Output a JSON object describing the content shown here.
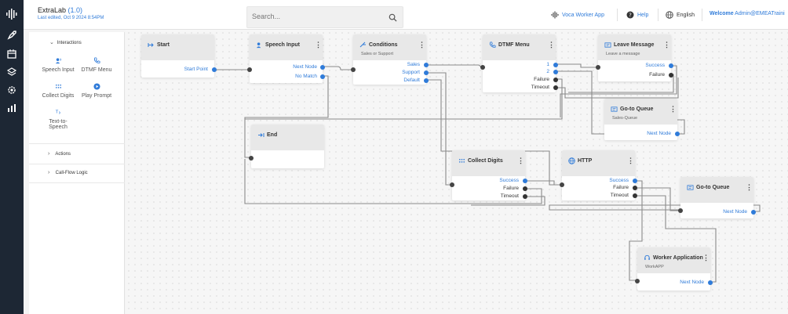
{
  "header": {
    "app_name": "ExtraLab",
    "version": "(1.0)",
    "last_edited": "Last edited, Oct 9 2024 8:54PM",
    "search_placeholder": "Search...",
    "voca_worker_app": "Voca Worker App",
    "help": "Help",
    "language": "English",
    "welcome": "Welcome",
    "user": "Admin@EMEATraini"
  },
  "palette": {
    "interactions_label": "Interactions",
    "items": [
      "Speech Input",
      "DTMF Menu",
      "Collect Digits",
      "Play Prompt",
      "Text-to-Speech"
    ],
    "actions_label": "Actions",
    "call_flow_logic_label": "Call-Flow Logic"
  },
  "nodes": {
    "start": {
      "title": "Start",
      "ports": [
        "Start Point"
      ]
    },
    "speech_input": {
      "title": "Speech Input",
      "ports": [
        "Next Node",
        "No Match"
      ]
    },
    "conditions": {
      "title": "Conditions",
      "subtitle": "Sales or Support",
      "ports": [
        "Sales",
        "Support",
        "Default"
      ]
    },
    "dtmf_menu": {
      "title": "DTMF Menu",
      "ports": [
        "1",
        "2",
        "Failure",
        "Timeout"
      ]
    },
    "leave_message": {
      "title": "Leave Message",
      "subtitle": "Leave a message",
      "ports": [
        "Success",
        "Failure"
      ]
    },
    "goto_queue_sales": {
      "title": "Go-to Queue",
      "subtitle": "Sales-Queue",
      "ports": [
        "Next Node"
      ]
    },
    "end": {
      "title": "End"
    },
    "collect_digits": {
      "title": "Collect Digits",
      "ports": [
        "Success",
        "Failure",
        "Timeout"
      ]
    },
    "http": {
      "title": "HTTP",
      "ports": [
        "Success",
        "Failure",
        "Timeout"
      ]
    },
    "goto_queue": {
      "title": "Go-to Queue",
      "ports": [
        "Next Node"
      ]
    },
    "worker_application": {
      "title": "Worker Application",
      "subtitle": "WorkAPP",
      "ports": [
        "Next Node"
      ]
    }
  },
  "icons": {
    "rail": [
      "voca-logo-icon",
      "rocket-icon",
      "calendar-icon",
      "layers-icon",
      "gear-icon",
      "bar-chart-icon"
    ],
    "search": "search-icon",
    "menu": "kebab-menu-icon"
  },
  "colors": {
    "accent": "#2f7bd9",
    "rail_bg": "#1d2734",
    "node_header": "#e8e8e8",
    "wire": "#8a8a8a"
  }
}
